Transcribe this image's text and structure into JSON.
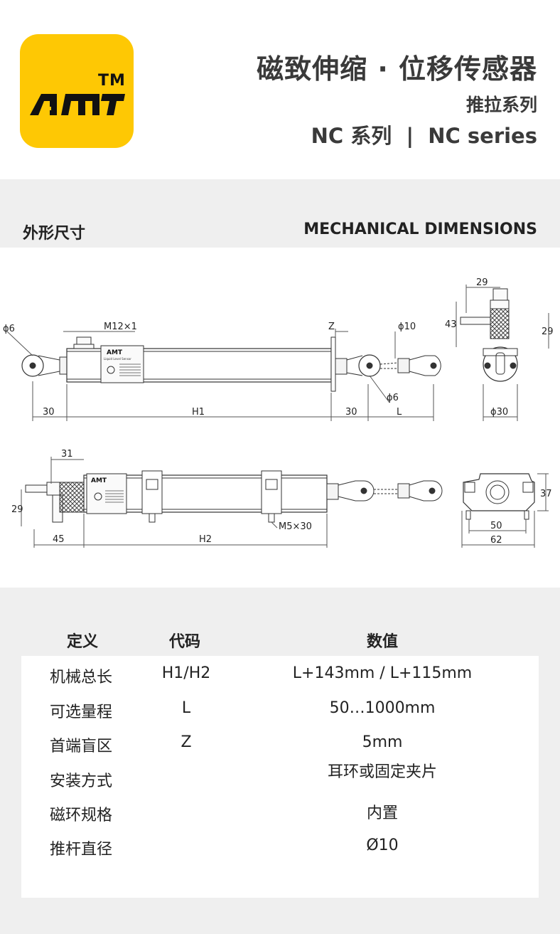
{
  "brand": {
    "logo_text": "AMT",
    "trademark": "TM",
    "color": "#fec804"
  },
  "header": {
    "title": "磁致伸缩 · 位移传感器",
    "subtitle": "推拉系列",
    "series": "NC 系列  |  NC series"
  },
  "section": {
    "title_cn": "外形尺寸",
    "title_en": "MECHANICAL DIMENSIONS"
  },
  "dimensions": {
    "top_view": {
      "rod_end_left": "ϕ6",
      "thread": "M12×1",
      "dead_zone": "Z",
      "rod_diameter": "ϕ10",
      "rod_end_right": "ϕ6",
      "left_end": "30",
      "body_length": "H1",
      "right_end": "30",
      "stroke": "L"
    },
    "end_view_top": {
      "width_top": "29",
      "height_left": "43",
      "height_right": "29",
      "diameter": "ϕ30"
    },
    "side_view": {
      "connector_length": "31",
      "connector_offset": "29",
      "left_offset": "45",
      "body_length": "H2",
      "screw": "M5×30"
    },
    "end_view_bottom": {
      "height": "37",
      "inner_width": "50",
      "outer_width": "62"
    }
  },
  "label_plate": {
    "brand": "AMT",
    "product": "Liquid Level Sensor"
  },
  "spec_table": {
    "headers": [
      "定义",
      "代码",
      "数值"
    ],
    "rows": [
      {
        "name": "机械总长",
        "code": "H1/H2",
        "value": "L+143mm / L+115mm"
      },
      {
        "name": "可选量程",
        "code": "L",
        "value": "50…1000mm"
      },
      {
        "name": "首端盲区",
        "code": "Z",
        "value": "5mm"
      },
      {
        "name": "安装方式",
        "code": "",
        "value": "耳环或固定夹片"
      },
      {
        "name": "磁环规格",
        "code": "",
        "value": "内置"
      },
      {
        "name": "推杆直径",
        "code": "",
        "value": "Ø10"
      }
    ]
  }
}
